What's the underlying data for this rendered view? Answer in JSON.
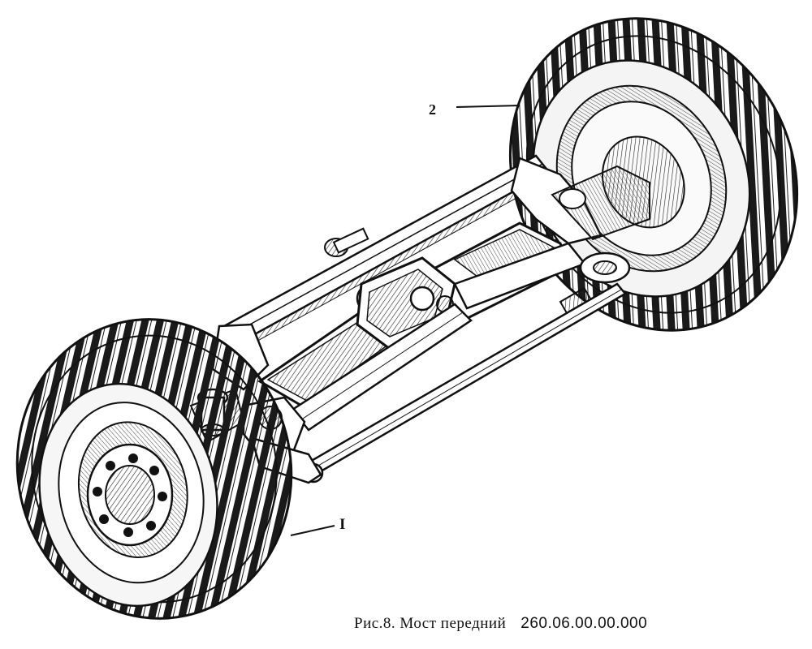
{
  "figure": {
    "callouts": {
      "part_1": "I",
      "part_2": "2"
    },
    "caption": {
      "text": "Рис.8. Мост передний",
      "drawing_number": "260.06.00.00.000"
    }
  }
}
